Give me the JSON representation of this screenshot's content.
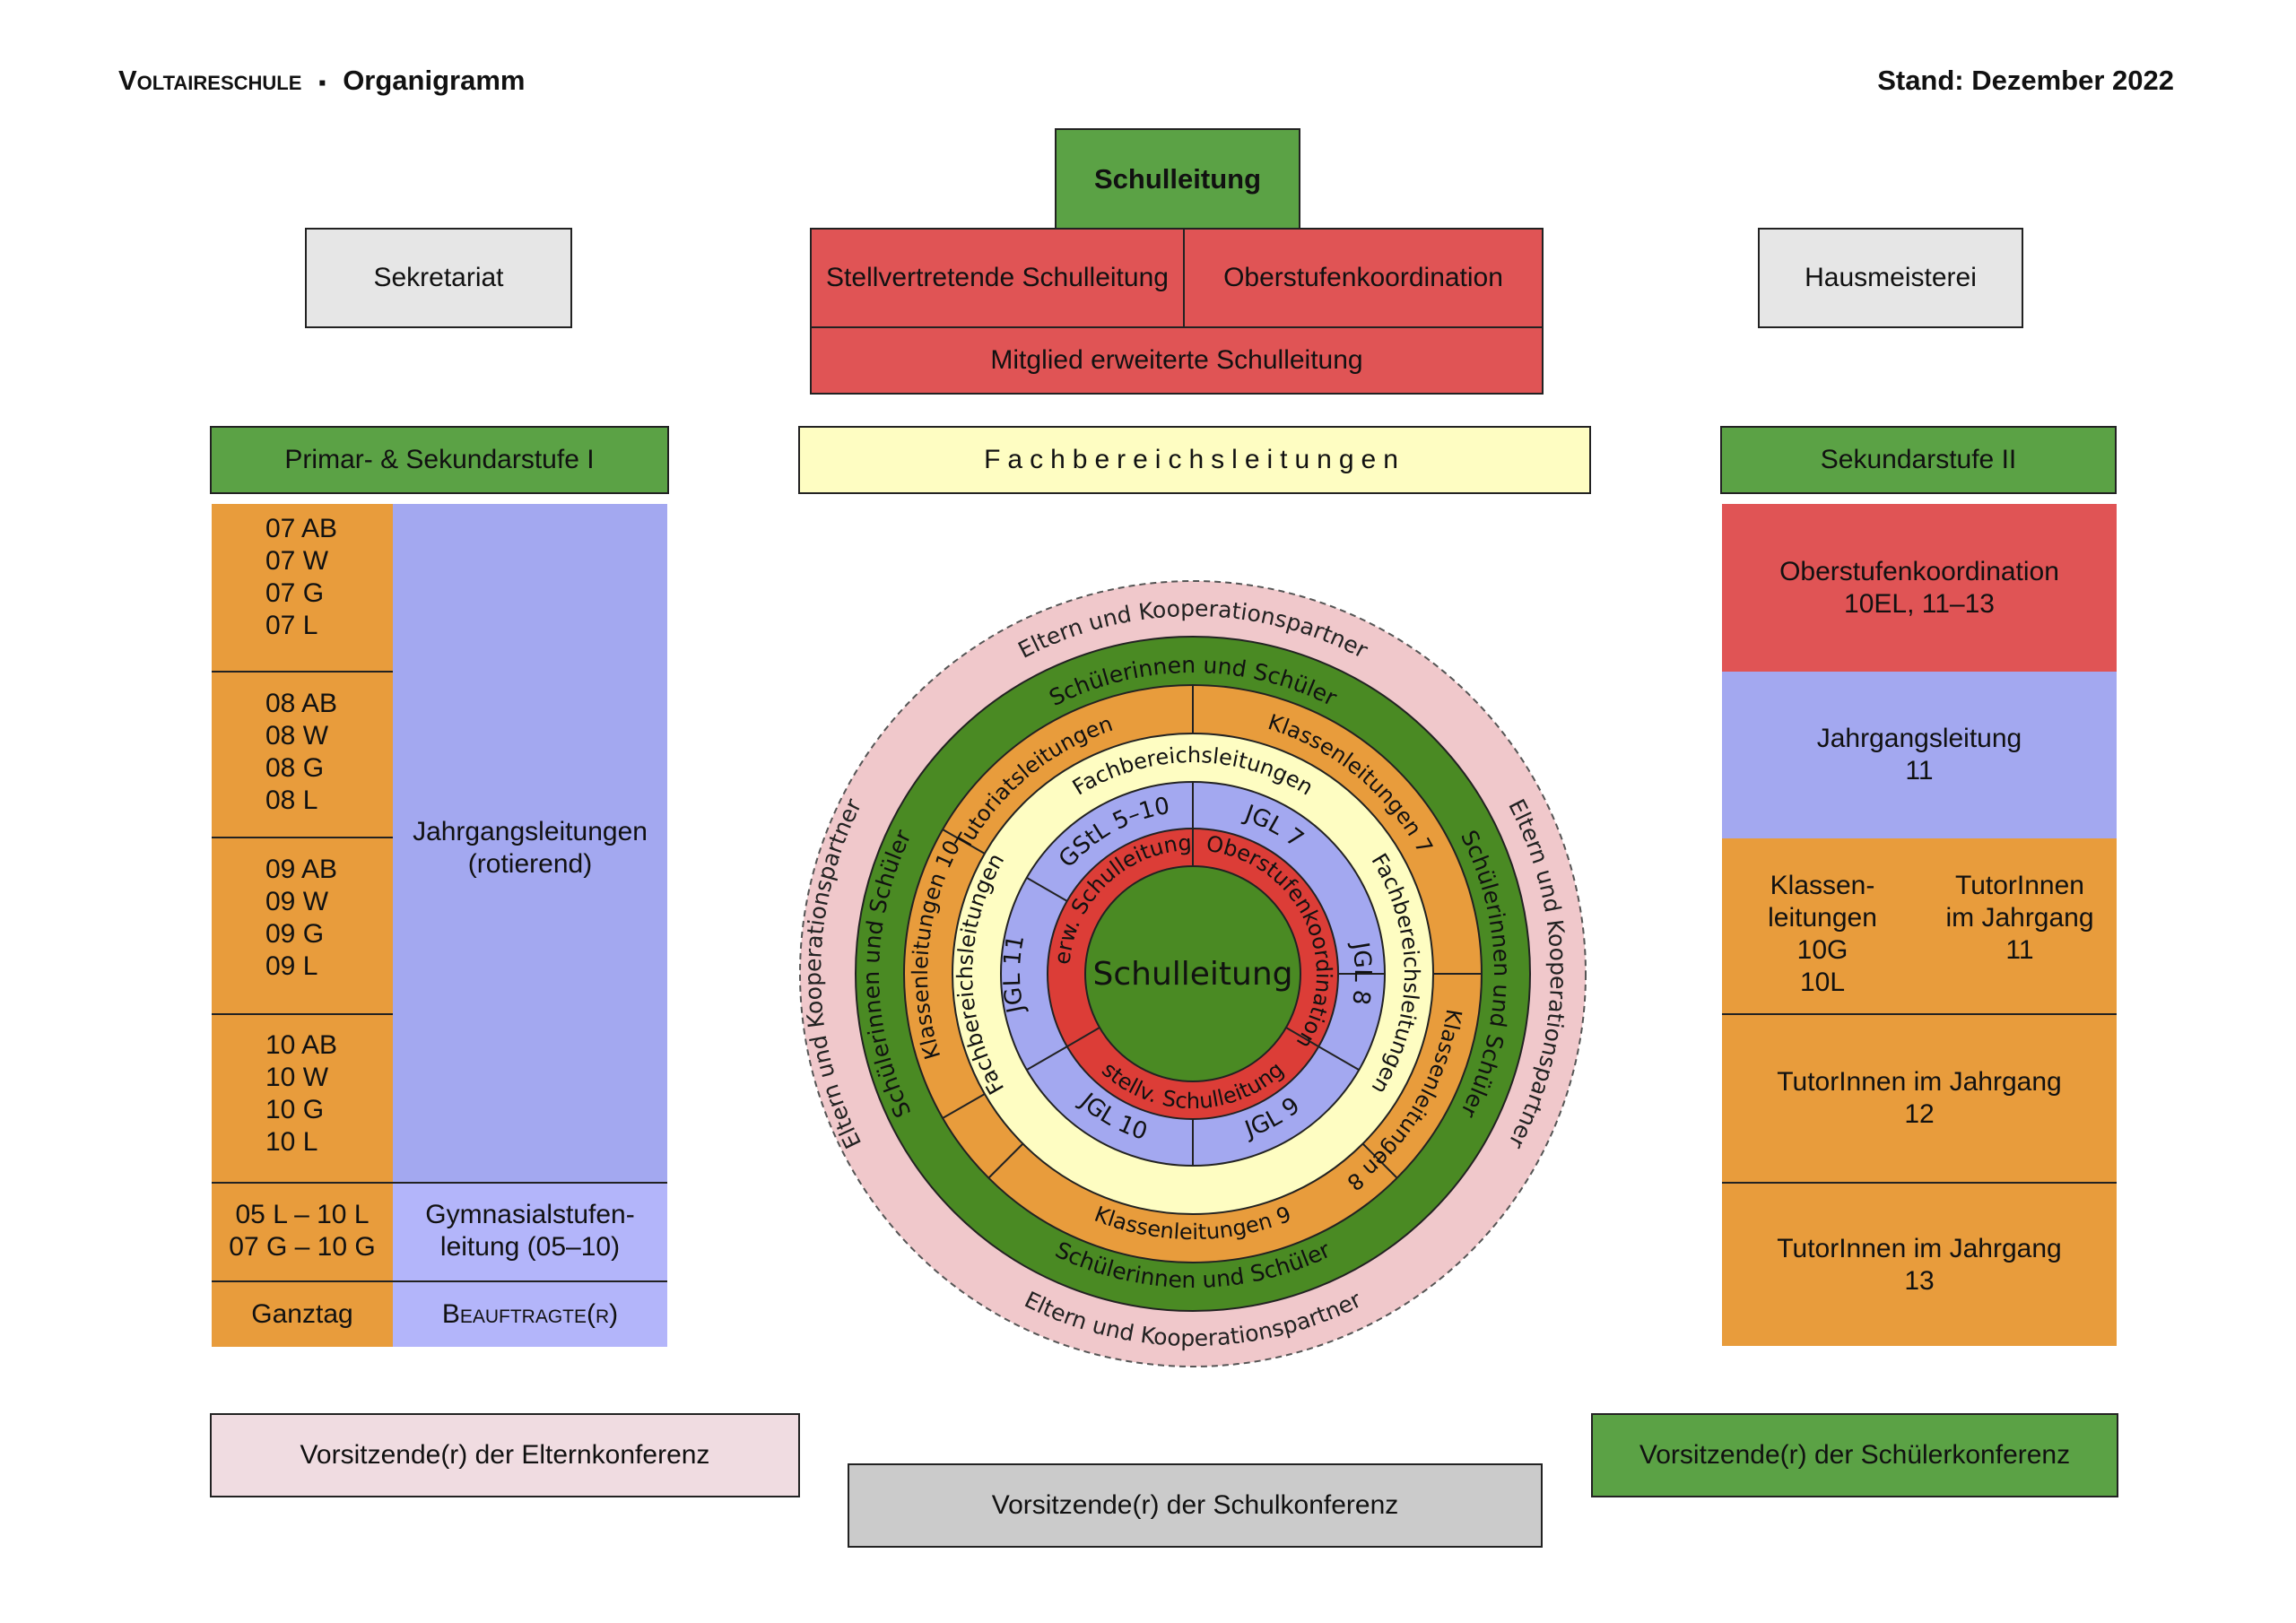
{
  "header": {
    "school": "Voltaireschule",
    "separator": "▪",
    "doc_title": "Organigramm",
    "stand": "Stand: Dezember 2022"
  },
  "top": {
    "schulleitung": "Schulleitung",
    "stellvertretend": "Stellvertretende Schulleitung",
    "oberstufenkoordination": "Oberstufenkoordination",
    "mitglied": "Mitglied erweiterte Schulleitung",
    "sekretariat": "Sekretariat",
    "hausmeisterei": "Hausmeisterei"
  },
  "fachbereich_title": "Fachbereichsleitungen",
  "left": {
    "title": "Primar- & Sekundarstufe I",
    "class_groups": [
      [
        "07 AB",
        "07 W",
        "07 G",
        "07 L"
      ],
      [
        "08 AB",
        "08 W",
        "08 G",
        "08 L"
      ],
      [
        "09 AB",
        "09 W",
        "09 G",
        "09 L"
      ],
      [
        "10 AB",
        "10 W",
        "10 G",
        "10 L"
      ]
    ],
    "jahrgang": [
      "Jahrgangsleitungen",
      "(rotierend)"
    ],
    "gym_classes": [
      "05 L – 10 L",
      "07 G – 10 G"
    ],
    "gym_lead": [
      "Gymnasialstufen-",
      "leitung (05–10)"
    ],
    "ganztag": "Ganztag",
    "beauftragte": "Beauftragte(r)"
  },
  "right": {
    "title": "Sekundarstufe II",
    "oberstufe": [
      "Oberstufenkoordination",
      "10EL, 11–13"
    ],
    "jahrgang": [
      "Jahrgangsleitung",
      "11"
    ],
    "klassen": [
      "Klassen-",
      "leitungen",
      "10G",
      "10L"
    ],
    "tutoren11": [
      "TutorInnen",
      "im Jahrgang",
      "11"
    ],
    "tutoren12": [
      "TutorInnen im Jahrgang",
      "12"
    ],
    "tutoren13": [
      "TutorInnen im Jahrgang",
      "13"
    ]
  },
  "bottom": {
    "eltern": "Vorsitzende(r) der Elternkonferenz",
    "schul": "Vorsitzende(r) der Schulkonferenz",
    "schueler": "Vorsitzende(r) der Schülerkonferenz"
  },
  "circle": {
    "center": "Schulleitung",
    "eltern_top": "Eltern und Kooperationspartner",
    "eltern_bottom": "Eltern und Kooperationspartner",
    "eltern_left": "Eltern und Kooperationspartner",
    "eltern_right": "Eltern und Kooperationspartner",
    "schueler_top": "Schülerinnen und Schüler",
    "schueler_bottom": "Schülerinnen und Schüler",
    "schueler_left": "Schülerinnen und Schüler",
    "schueler_right": "Schülerinnen und Schüler",
    "klassen7": "Klassenleitungen 7",
    "klassen8": "Klassenleitungen 8",
    "klassen9": "Klassenleitungen 9",
    "klassen10": "Klassenleitungen 10",
    "tutoriat": "Tutoriatsleitungen",
    "fach_top": "Fachbereichsleitungen",
    "fach_right": "Fachbereichsleitungen",
    "fach_left": "Fachbereichsleitungen",
    "gstl": "GStL 5–10",
    "jgl7": "JGL 7",
    "jgl8": "JGL 8",
    "jgl9": "JGL 9",
    "jgl10": "JGL 10",
    "jgl11": "JGL 11",
    "erw": "erw. Schulleitung",
    "ober": "Oberstufenkoordination",
    "stellv": "stellv. Schulleitung"
  },
  "colors": {
    "green": "#5ba245",
    "dark_green": "#4a8a23",
    "red": "#e05455",
    "ring_red": "#dc3d37",
    "orange": "#e89c3c",
    "purple": "#a3a8f0",
    "yellow": "#fefdc2",
    "pink": "#f0c8cb",
    "grey": "#e6e6e6"
  }
}
